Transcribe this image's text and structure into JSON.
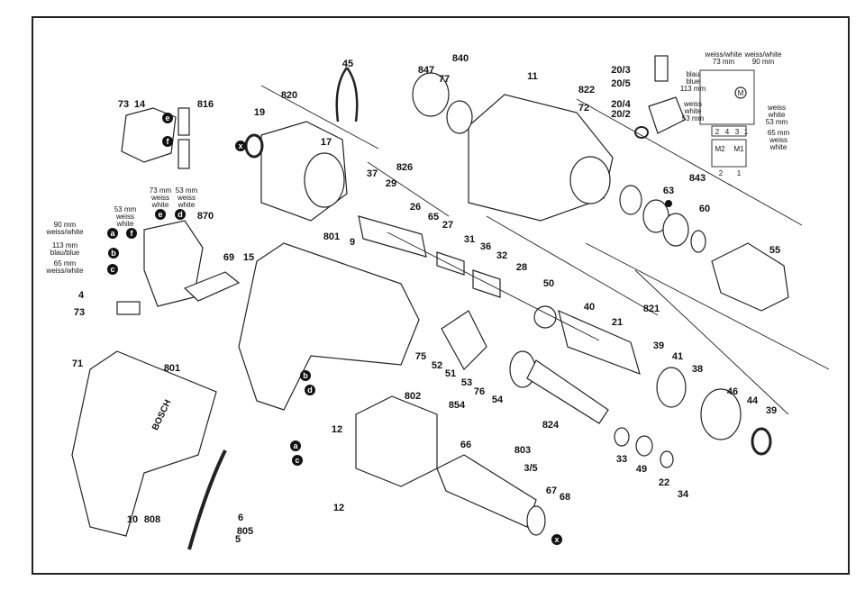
{
  "callouts": [
    "73",
    "14",
    "816",
    "820",
    "19",
    "17",
    "45",
    "847",
    "840",
    "77",
    "11",
    "72",
    "822",
    "20/3",
    "20/5",
    "20/4",
    "20/2",
    "826",
    "37",
    "29",
    "26",
    "65",
    "27",
    "31",
    "36",
    "32",
    "28",
    "50",
    "40",
    "21",
    "821",
    "39",
    "41",
    "38",
    "46",
    "44",
    "39",
    "63",
    "843",
    "60",
    "55",
    "9",
    "801",
    "870",
    "69",
    "15",
    "4",
    "73",
    "75",
    "52",
    "51",
    "53",
    "76",
    "854",
    "54",
    "824",
    "802",
    "66",
    "803",
    "3/5",
    "67",
    "68",
    "33",
    "49",
    "22",
    "34",
    "12",
    "12",
    "71",
    "801",
    "10",
    "808",
    "6",
    "805",
    "5"
  ],
  "markers": [
    "e",
    "f",
    "x",
    "a",
    "b",
    "c",
    "d",
    "e",
    "f",
    "b",
    "d",
    "a",
    "c",
    "x"
  ],
  "wire_notes": [
    "73 mm",
    "weiss",
    "white",
    "53 mm",
    "weiss",
    "white",
    "53 mm",
    "weiss",
    "white",
    "90 mm",
    "weiss/white",
    "113 mm",
    "blau/blue",
    "65 mm",
    "weiss/white"
  ],
  "schematic": {
    "top_left": [
      "weiss/white",
      "73 mm"
    ],
    "top_right": [
      "weiss/white",
      "90 mm"
    ],
    "left_top": [
      "blau",
      "blue",
      "113 mm"
    ],
    "left_mid": [
      "weiss",
      "white",
      "53 mm"
    ],
    "right_mid": [
      "weiss",
      "white",
      "53 mm"
    ],
    "right_low": [
      "65 mm",
      "weiss",
      "white"
    ],
    "terminals": [
      "2",
      "4",
      "3",
      "1"
    ],
    "motor": "M",
    "outputs": [
      "M2",
      "M1"
    ],
    "switch": [
      "2",
      "1"
    ],
    "ac": "~"
  },
  "brand_text": "BOSCH"
}
